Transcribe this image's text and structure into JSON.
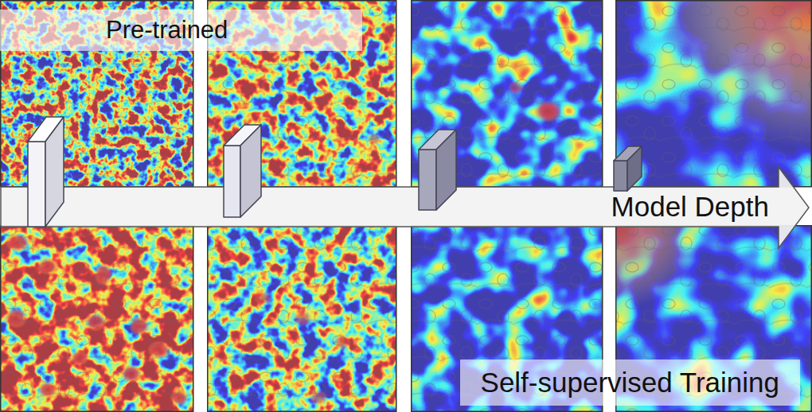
{
  "diagram": {
    "nodes": [
      {
        "text": [
          "Pre-trained"
        ]
      },
      {
        "text": [
          "Model Depth"
        ]
      },
      {
        "text": [
          "Self-supervised Training"
        ]
      }
    ]
  }
}
